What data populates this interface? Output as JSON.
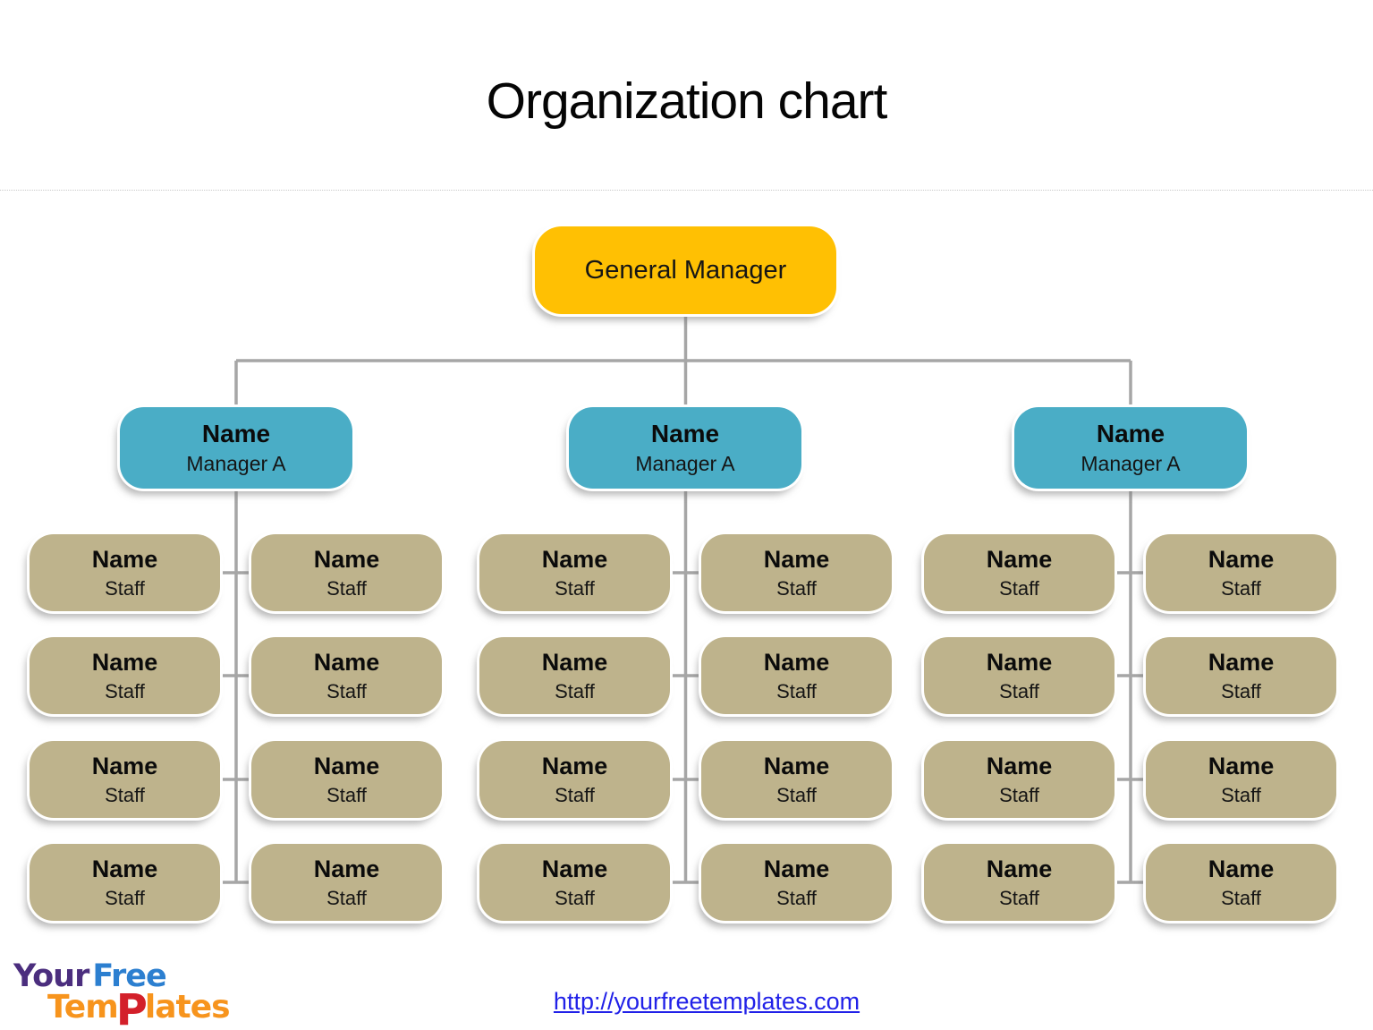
{
  "slide": {
    "title": "Organization chart"
  },
  "org_chart": {
    "type": "org-tree",
    "line_color": "#a6a6a6",
    "root_color": "#ffc003",
    "manager_color": "#4aadc6",
    "staff_color": "#beb38c",
    "root": {
      "label": "General Manager"
    },
    "groups": [
      {
        "manager": {
          "name": "Name",
          "role": "Manager A"
        },
        "staff": [
          {
            "name": "Name",
            "role": "Staff"
          },
          {
            "name": "Name",
            "role": "Staff"
          },
          {
            "name": "Name",
            "role": "Staff"
          },
          {
            "name": "Name",
            "role": "Staff"
          },
          {
            "name": "Name",
            "role": "Staff"
          },
          {
            "name": "Name",
            "role": "Staff"
          },
          {
            "name": "Name",
            "role": "Staff"
          },
          {
            "name": "Name",
            "role": "Staff"
          }
        ]
      },
      {
        "manager": {
          "name": "Name",
          "role": "Manager A"
        },
        "staff": [
          {
            "name": "Name",
            "role": "Staff"
          },
          {
            "name": "Name",
            "role": "Staff"
          },
          {
            "name": "Name",
            "role": "Staff"
          },
          {
            "name": "Name",
            "role": "Staff"
          },
          {
            "name": "Name",
            "role": "Staff"
          },
          {
            "name": "Name",
            "role": "Staff"
          },
          {
            "name": "Name",
            "role": "Staff"
          },
          {
            "name": "Name",
            "role": "Staff"
          }
        ]
      },
      {
        "manager": {
          "name": "Name",
          "role": "Manager A"
        },
        "staff": [
          {
            "name": "Name",
            "role": "Staff"
          },
          {
            "name": "Name",
            "role": "Staff"
          },
          {
            "name": "Name",
            "role": "Staff"
          },
          {
            "name": "Name",
            "role": "Staff"
          },
          {
            "name": "Name",
            "role": "Staff"
          },
          {
            "name": "Name",
            "role": "Staff"
          },
          {
            "name": "Name",
            "role": "Staff"
          },
          {
            "name": "Name",
            "role": "Staff"
          }
        ]
      }
    ]
  },
  "footer": {
    "logo": {
      "your": "Your",
      "free": "Free",
      "tem": "Tem",
      "p": "P",
      "lates": "lates",
      "your_color": "#4b2e7e",
      "free_color": "#2c7fd0",
      "templates_color": "#f7941d",
      "p_color": "#d3202a"
    },
    "link_label": "http://yourfreetemplates.com",
    "link_color": "#2121e8"
  }
}
